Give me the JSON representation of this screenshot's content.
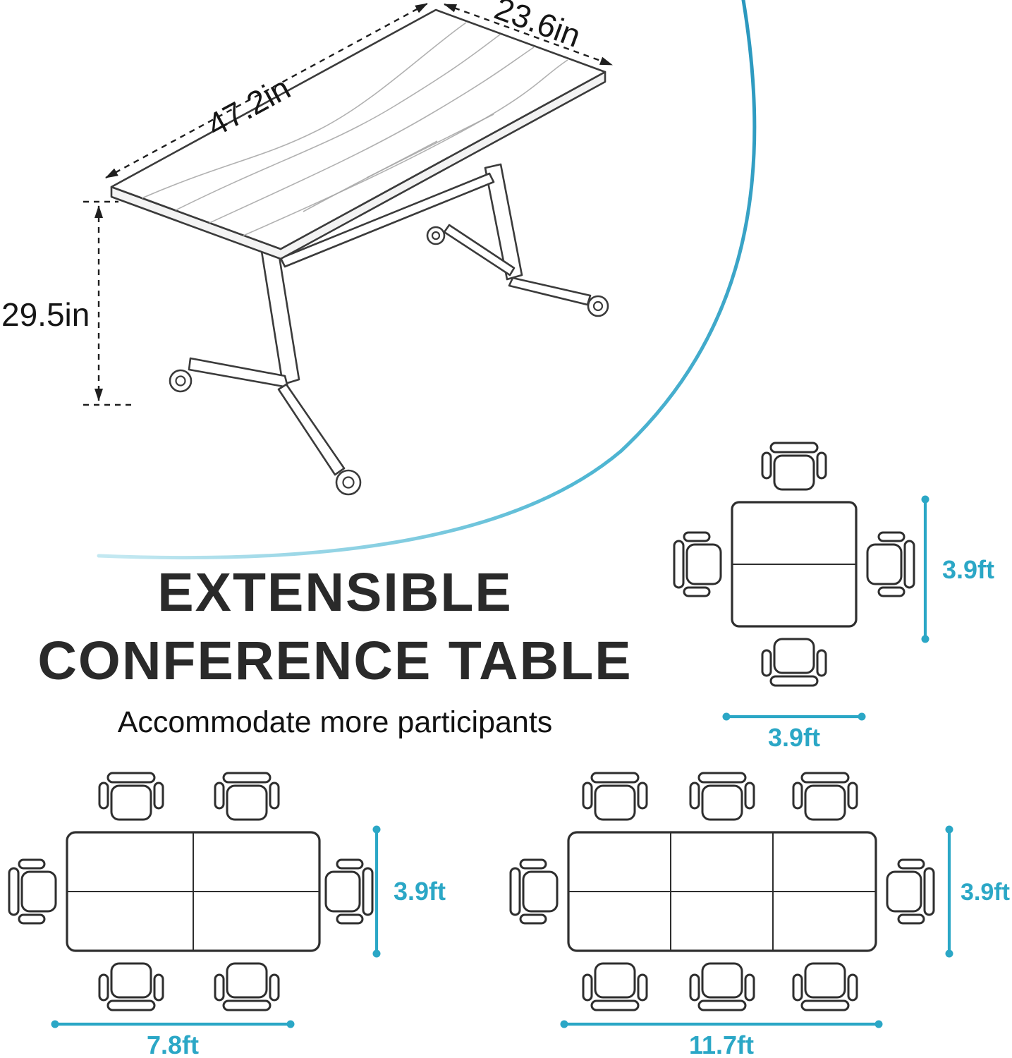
{
  "meta": {
    "accent_color": "#2BA7C6",
    "line_color": "#2e2e2e",
    "arc_gradient": [
      "#2a97be",
      "#52b8d4",
      "#c3e8f1"
    ]
  },
  "heading": {
    "title_line1": "EXTENSIBLE",
    "title_line2": "CONFERENCE TABLE",
    "subtitle": "Accommodate more participants"
  },
  "product_drawing": {
    "length_label": "47.2in",
    "width_label": "23.6in",
    "height_label": "29.5in"
  },
  "layouts": {
    "square": {
      "seat_count": 4,
      "table_segments": 2,
      "height_label": "3.9ft",
      "width_label": "3.9ft"
    },
    "medium": {
      "seat_count": 6,
      "table_segments": 4,
      "height_label": "3.9ft",
      "width_label": "7.8ft"
    },
    "large": {
      "seat_count": 8,
      "table_segments": 6,
      "height_label": "3.9ft",
      "width_label": "11.7ft"
    }
  }
}
